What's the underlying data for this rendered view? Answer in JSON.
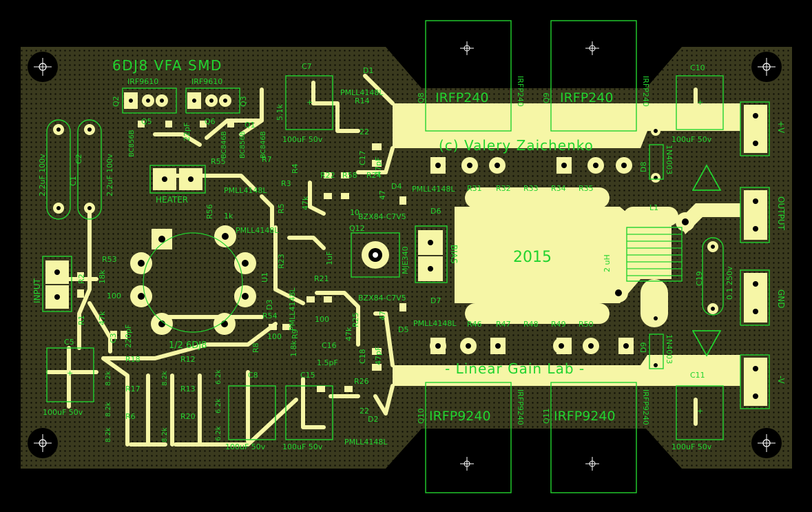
{
  "board": {
    "title": "6DJ8 VFA SMD",
    "copyright": "(c) Valery Zaichenko",
    "lab": "- Linear Gain Lab -",
    "year": "2015",
    "tube_label": "1/2 6DJ8",
    "colors": {
      "background": "#000000",
      "board": "#3a3a1e",
      "copper": "#f6f6a6",
      "silk": "#22d32f",
      "pad_ring": "#f6f6a6",
      "drill": "#000000"
    }
  },
  "connectors": {
    "input": "INPUT",
    "heater": "HEATER",
    "output": "OUTPUT",
    "gnd": "GND",
    "vplus": "+V",
    "vminus": "-V",
    "bias": "BIAS"
  },
  "transistors": {
    "q8": {
      "ref": "Q8",
      "part": "IRFP240"
    },
    "q9": {
      "ref": "Q9",
      "part": "IRFP240"
    },
    "q10": {
      "ref": "Q10",
      "part": "IRFP9240"
    },
    "q11": {
      "ref": "Q11",
      "part": "IRFP9240"
    },
    "q2": {
      "ref": "Q2",
      "part": "IRF9610"
    },
    "q3": {
      "ref": "Q3",
      "part": "IRF9610"
    },
    "q12": {
      "ref": "Q12",
      "part": "MJE340"
    },
    "q5": "Q5",
    "q6": "Q6",
    "q1": "Q1",
    "bc856a": "BC856B",
    "bc846": "BC846B",
    "bc856b": "BC856B",
    "bc846b": "BC846B"
  },
  "capacitors": {
    "c1": "C1",
    "c1_val": "2.2uF 100v",
    "c2": "C2",
    "c2_val": "2.2uF 100v",
    "c3": "C3",
    "c3_val": "220pF",
    "c5": "C5",
    "c5_val": "100uF 50v",
    "c7": "C7",
    "c7_val": "100uF 50v",
    "c8": "C8",
    "c8_val": "100uF 50v",
    "c15": "C15",
    "c15_val": "100uF 50v",
    "c16": "C16",
    "c16_val": "1.5pF",
    "c17": "C17",
    "c17_val": "47pF",
    "c18": "C18",
    "c18_val": "47pF",
    "c10": "C10",
    "c10_val": "100uF 50v",
    "c11": "C11",
    "c11_val": "100uF 50v",
    "c19": "C19",
    "c19_val": "0.1 250v",
    "c4_val": "22pF",
    "c_1uf": "1uF"
  },
  "resistors": {
    "r1": "R1",
    "r1_val": "47k",
    "r2": "R2",
    "r2_val": "18k",
    "r53": "R53",
    "r53_val": "100",
    "r6": "R6",
    "r12": "R12",
    "r13": "R13",
    "r17": "R17",
    "r18": "R18",
    "r20": "R20",
    "r_val_82k": "8.2k",
    "r_val_62k": "6.2k",
    "r55": "R55",
    "r7": "R7",
    "r3": "R3",
    "r4": "R4",
    "r5": "R5",
    "r56": "R56",
    "r56_val": "1k",
    "r8": "R8",
    "r8_val": "100",
    "r9": "R9",
    "r54": "R54",
    "r14": "R14",
    "r14_val": "22",
    "r26": "R26",
    "r26_val": "22",
    "r22": "R22",
    "r58": "R58",
    "r24": "R24",
    "r21": "R21",
    "r23": "R23",
    "r25": "R25",
    "r_val_47k": "47k",
    "r_val_47": "47",
    "r_val_10": "10",
    "r_val_100": "100",
    "r_val_51k": "5.1k",
    "r_val_18k": "1.8k",
    "top_row": [
      "R31",
      "R32",
      "R33",
      "R34",
      "R35"
    ],
    "bottom_row": [
      "R46",
      "R47",
      "R48",
      "R49",
      "R50"
    ]
  },
  "diodes": {
    "d1": "D1",
    "d2": "D2",
    "d3": "D3",
    "d4": "D4",
    "d5": "D5",
    "d6": "D6",
    "d7": "D7",
    "d8": "D8",
    "d9": "D9",
    "pmll": "PMLL4148L",
    "zener": "BZX84-C7V5",
    "rectifier": "1N4003"
  },
  "misc": {
    "l1": "L1",
    "l1_val": "2 uH",
    "u1": "U1",
    "plus": "+"
  }
}
